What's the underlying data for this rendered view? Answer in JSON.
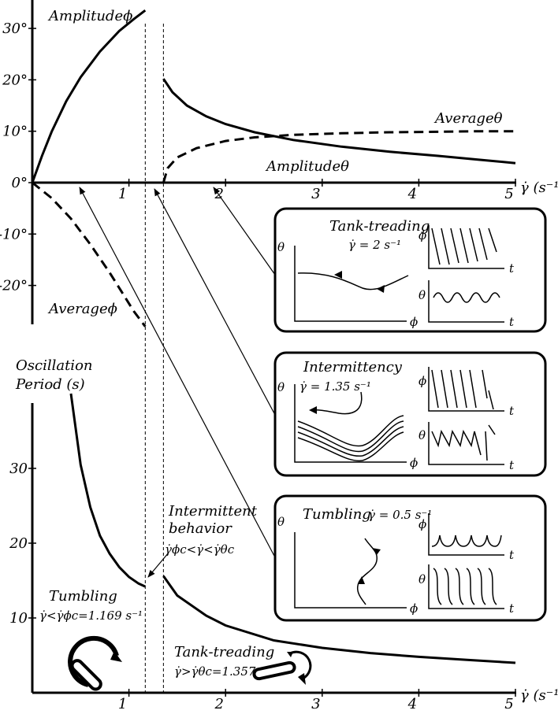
{
  "chart_data": [
    {
      "type": "line",
      "panel": "top",
      "x_ticks": [
        "1",
        "2",
        "3",
        "4",
        "5"
      ],
      "y_ticks": [
        "30°",
        "20°",
        "10°",
        "0°",
        "-10°",
        "-20°"
      ],
      "xlabel": "γ̇ (s⁻¹)",
      "xlim": [
        0,
        5
      ],
      "ylim": [
        -30,
        35
      ],
      "series": [
        {
          "name": "Amplitude ϕ",
          "style": "solid",
          "x": [
            0,
            0.1,
            0.2,
            0.35,
            0.5,
            0.7,
            0.9,
            1.05,
            1.169
          ],
          "y": [
            0,
            5.2,
            9.9,
            15.8,
            20.5,
            25.5,
            29.5,
            31.8,
            33.5
          ]
        },
        {
          "name": "Amplitude θ",
          "style": "solid",
          "x": [
            1.357,
            1.45,
            1.6,
            1.8,
            2.0,
            2.3,
            2.7,
            3.2,
            3.7,
            4.2,
            4.6,
            5.0
          ],
          "y": [
            20.2,
            17.6,
            15.0,
            12.9,
            11.4,
            9.8,
            8.3,
            7.0,
            6.0,
            5.2,
            4.5,
            3.8
          ]
        },
        {
          "name": "Average θ",
          "style": "dashed",
          "x": [
            1.357,
            1.4,
            1.5,
            1.7,
            2.0,
            2.3,
            2.7,
            3.2,
            3.7,
            4.2,
            4.6,
            5.0
          ],
          "y": [
            0,
            2.8,
            4.9,
            6.7,
            8.1,
            8.8,
            9.3,
            9.6,
            9.8,
            9.9,
            10.0,
            10.0
          ]
        },
        {
          "name": "Average ϕ",
          "style": "dashed",
          "x": [
            0,
            0.2,
            0.4,
            0.6,
            0.8,
            0.95,
            1.05,
            1.169
          ],
          "y": [
            0,
            -3.0,
            -7.0,
            -12.0,
            -17.5,
            -22.0,
            -25.0,
            -28.0
          ]
        }
      ],
      "labels": {
        "amplitude_phi": "Amplitudeϕ",
        "amplitude_theta": "Amplitudeθ",
        "average_theta": "Averageθ",
        "average_phi": "Averageϕ"
      }
    },
    {
      "type": "line",
      "panel": "bottom",
      "ylabel_line1": "Oscillation",
      "ylabel_line2": "Period (s)",
      "x_ticks": [
        "1",
        "2",
        "3",
        "4",
        "5"
      ],
      "y_ticks": [
        "30",
        "20",
        "10"
      ],
      "xlabel": "γ̇ (s⁻¹)",
      "xlim": [
        0,
        5
      ],
      "ylim": [
        0,
        40
      ],
      "series": [
        {
          "name": "Period tumbling",
          "style": "solid",
          "x": [
            0.4,
            0.5,
            0.6,
            0.7,
            0.8,
            0.9,
            1.0,
            1.1,
            1.169
          ],
          "y": [
            40,
            30.5,
            24.8,
            21.0,
            18.6,
            16.8,
            15.5,
            14.6,
            14.2
          ]
        },
        {
          "name": "Period tank-treading",
          "style": "solid",
          "x": [
            1.357,
            1.5,
            1.8,
            2.0,
            2.5,
            3.0,
            3.5,
            4.0,
            4.5,
            5.0
          ],
          "y": [
            15.6,
            13.0,
            10.3,
            9.0,
            7.0,
            6.0,
            5.3,
            4.8,
            4.4,
            4.0
          ]
        }
      ]
    }
  ],
  "critical_lines": {
    "gamma_phi_c": 1.169,
    "gamma_theta_c": 1.357
  },
  "annotations": {
    "intermittent_line1": "Intermittent",
    "intermittent_line2": "behavior",
    "intermittent_cond": "γ̇ϕc<γ̇<γ̇θc",
    "tumbling_title": "Tumbling",
    "tumbling_cond": "γ̇<γ̇ϕc=1.169 s⁻¹",
    "tank_title": "Tank-treading",
    "tank_cond": "γ̇>γ̇θc=1.357 s⁻¹"
  },
  "insets": {
    "tank": {
      "title": "Tank-treading",
      "rate": "γ̇ = 2 s⁻¹"
    },
    "intermittency": {
      "title": "Intermittency",
      "rate": "γ̇ = 1.35 s⁻¹"
    },
    "tumbling": {
      "title": "Tumbling",
      "rate": "γ̇ = 0.5 s⁻¹"
    },
    "axis_theta": "θ",
    "axis_phi": "ϕ",
    "axis_t": "t"
  }
}
